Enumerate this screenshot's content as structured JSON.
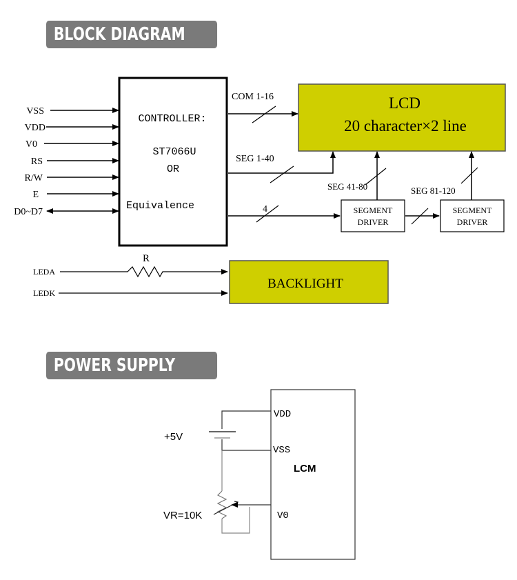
{
  "sections": {
    "block_diagram_title": "BLOCK DIAGRAM",
    "power_supply_title": "POWER SUPPLY"
  },
  "block_diagram": {
    "inputs": [
      "VSS",
      "VDD",
      "V0",
      "RS",
      "R/W",
      "E",
      "D0~D7"
    ],
    "controller": {
      "line1": "CONTROLLER:",
      "line2": "ST7066U",
      "line3": "OR",
      "line4": "Equivalence"
    },
    "lcd": {
      "line1": "LCD",
      "line2": "20 character×2 line",
      "fill_color": "#cfcf00"
    },
    "buses": {
      "com": "COM 1-16",
      "seg1": "SEG 1-40",
      "bus4": "4",
      "seg2": "SEG 41-80",
      "seg3": "SEG 81-120"
    },
    "segment_driver_1": {
      "line1": "SEGMENT",
      "line2": "DRIVER"
    },
    "segment_driver_2": {
      "line1": "SEGMENT",
      "line2": "DRIVER"
    },
    "backlight": {
      "label": "BACKLIGHT",
      "anode": "LEDA",
      "cathode": "LEDK",
      "resistor": "R",
      "fill_color": "#cfcf00"
    }
  },
  "power_supply": {
    "vdd": "VDD",
    "vss": "VSS",
    "v0": "V0",
    "lcm": "LCM",
    "supply": "+5V",
    "vr": "VR=10K"
  }
}
